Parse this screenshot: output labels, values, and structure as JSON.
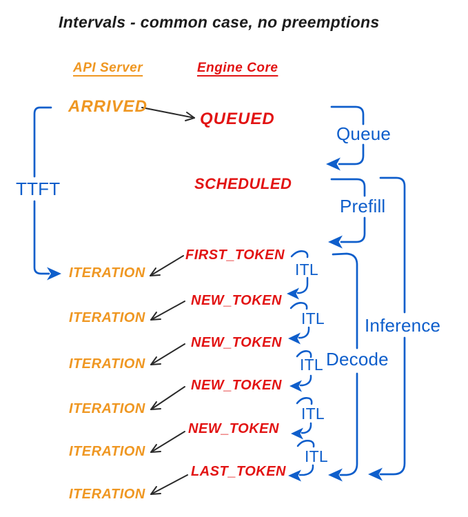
{
  "title": "Intervals - common case, no preemptions",
  "columns": {
    "api_server": "API Server",
    "engine_core": "Engine Core"
  },
  "api_server_events": {
    "arrived": "ARRIVED",
    "iteration": "ITERATION"
  },
  "engine_core_events": {
    "queued": "QUEUED",
    "scheduled": "SCHEDULED",
    "first_token": "FIRST_TOKEN",
    "new_token": "NEW_TOKEN",
    "last_token": "LAST_TOKEN"
  },
  "interval_labels": {
    "ttft": "TTFT",
    "queue": "Queue",
    "prefill": "Prefill",
    "decode": "Decode",
    "inference": "Inference",
    "itl": "ITL"
  },
  "counts": {
    "iteration_rows": 6,
    "new_token_rows": 4,
    "itl_intervals": 5
  },
  "colors": {
    "api_server_orange": "#ef9722",
    "engine_core_red": "#e21313",
    "interval_blue": "#0e5ecb",
    "connector_black": "#2a2a2a",
    "background": "#ffffff"
  }
}
